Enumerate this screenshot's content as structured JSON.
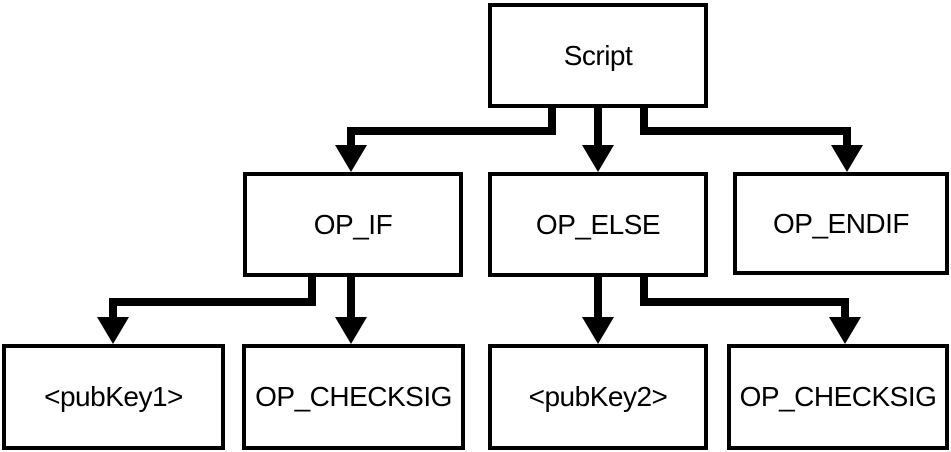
{
  "diagram": {
    "type": "tree",
    "background_color": "#ffffff",
    "line_color": "#000000",
    "box_border_color": "#000000",
    "box_fill_color": "#ffffff",
    "text_color": "#000000",
    "nodes": [
      {
        "id": "script",
        "label": "Script",
        "level": 1
      },
      {
        "id": "op-if",
        "label": "OP_IF",
        "level": 2
      },
      {
        "id": "op-else",
        "label": "OP_ELSE",
        "level": 2
      },
      {
        "id": "op-endif",
        "label": "OP_ENDIF",
        "level": 2
      },
      {
        "id": "pubkey1",
        "label": "<pubKey1>",
        "level": 3
      },
      {
        "id": "op-checksig-left",
        "label": "OP_CHECKSIG",
        "level": 3
      },
      {
        "id": "pubkey2",
        "label": "<pubKey2>",
        "level": 3
      },
      {
        "id": "op-checksig-right",
        "label": "OP_CHECKSIG",
        "level": 3
      }
    ],
    "edges": [
      {
        "from": "script",
        "to": "op-if"
      },
      {
        "from": "script",
        "to": "op-else"
      },
      {
        "from": "script",
        "to": "op-endif"
      },
      {
        "from": "op-if",
        "to": "pubkey1"
      },
      {
        "from": "op-if",
        "to": "op-checksig-left"
      },
      {
        "from": "op-else",
        "to": "pubkey2"
      },
      {
        "from": "op-else",
        "to": "op-checksig-right"
      }
    ]
  }
}
